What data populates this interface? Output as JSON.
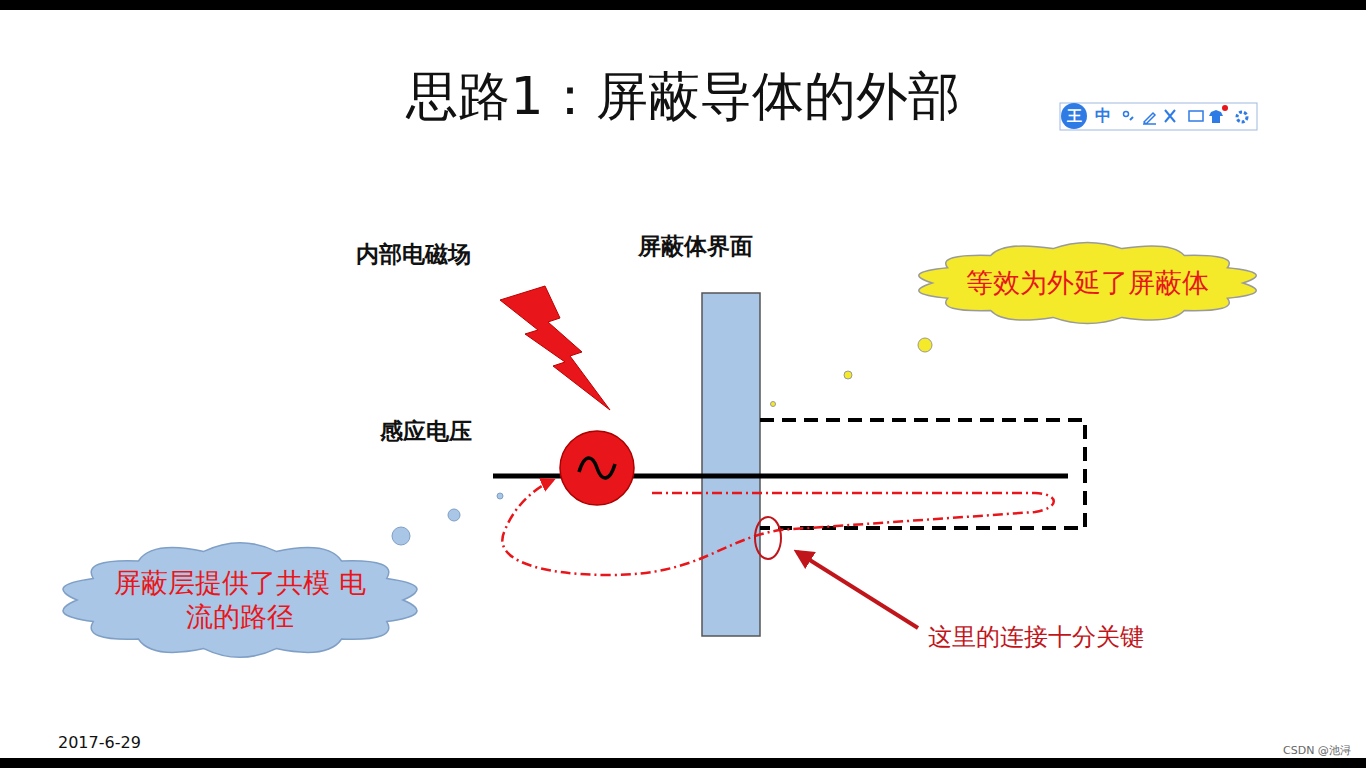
{
  "diagram": {
    "title": "思路1：屏蔽导体的外部",
    "nodes": [
      {
        "text": [
          "等效为外延了屏蔽体"
        ]
      },
      {
        "text": [
          "屏蔽层提供了共模 电流的路径"
        ]
      }
    ],
    "labels": [
      "王",
      "中",
      "内部电磁场",
      "屏蔽体界面",
      "感应电压",
      "这里的连接十分关键",
      "2017-6-29",
      "CSDN @池浔"
    ]
  }
}
